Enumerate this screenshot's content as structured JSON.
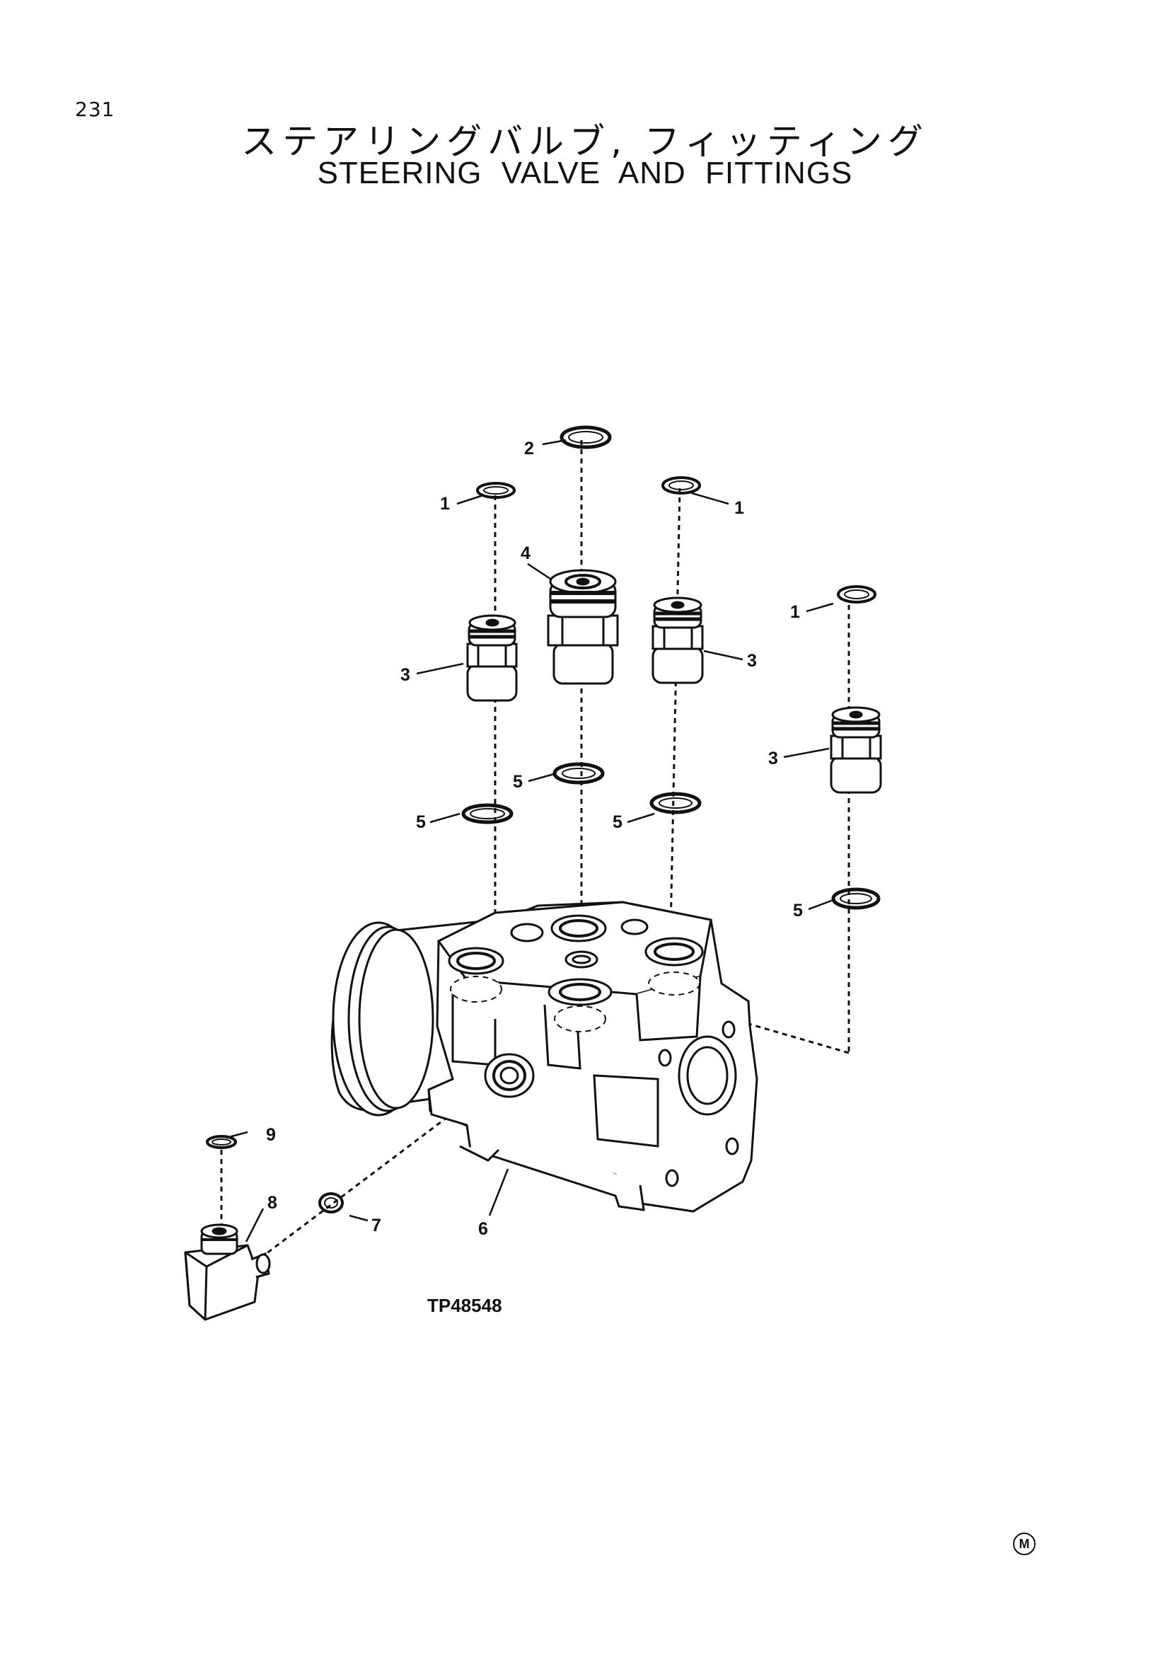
{
  "page": {
    "number": "231",
    "title_jp": "ステアリングバルブ, フィッティング",
    "title_en": "STEERING VALVE AND FITTINGS"
  },
  "figure": {
    "id": "TP48548",
    "mark": "M"
  },
  "callouts": [
    "1",
    "1",
    "1",
    "2",
    "3",
    "3",
    "3",
    "4",
    "5",
    "5",
    "5",
    "5",
    "6",
    "7",
    "8",
    "9"
  ]
}
